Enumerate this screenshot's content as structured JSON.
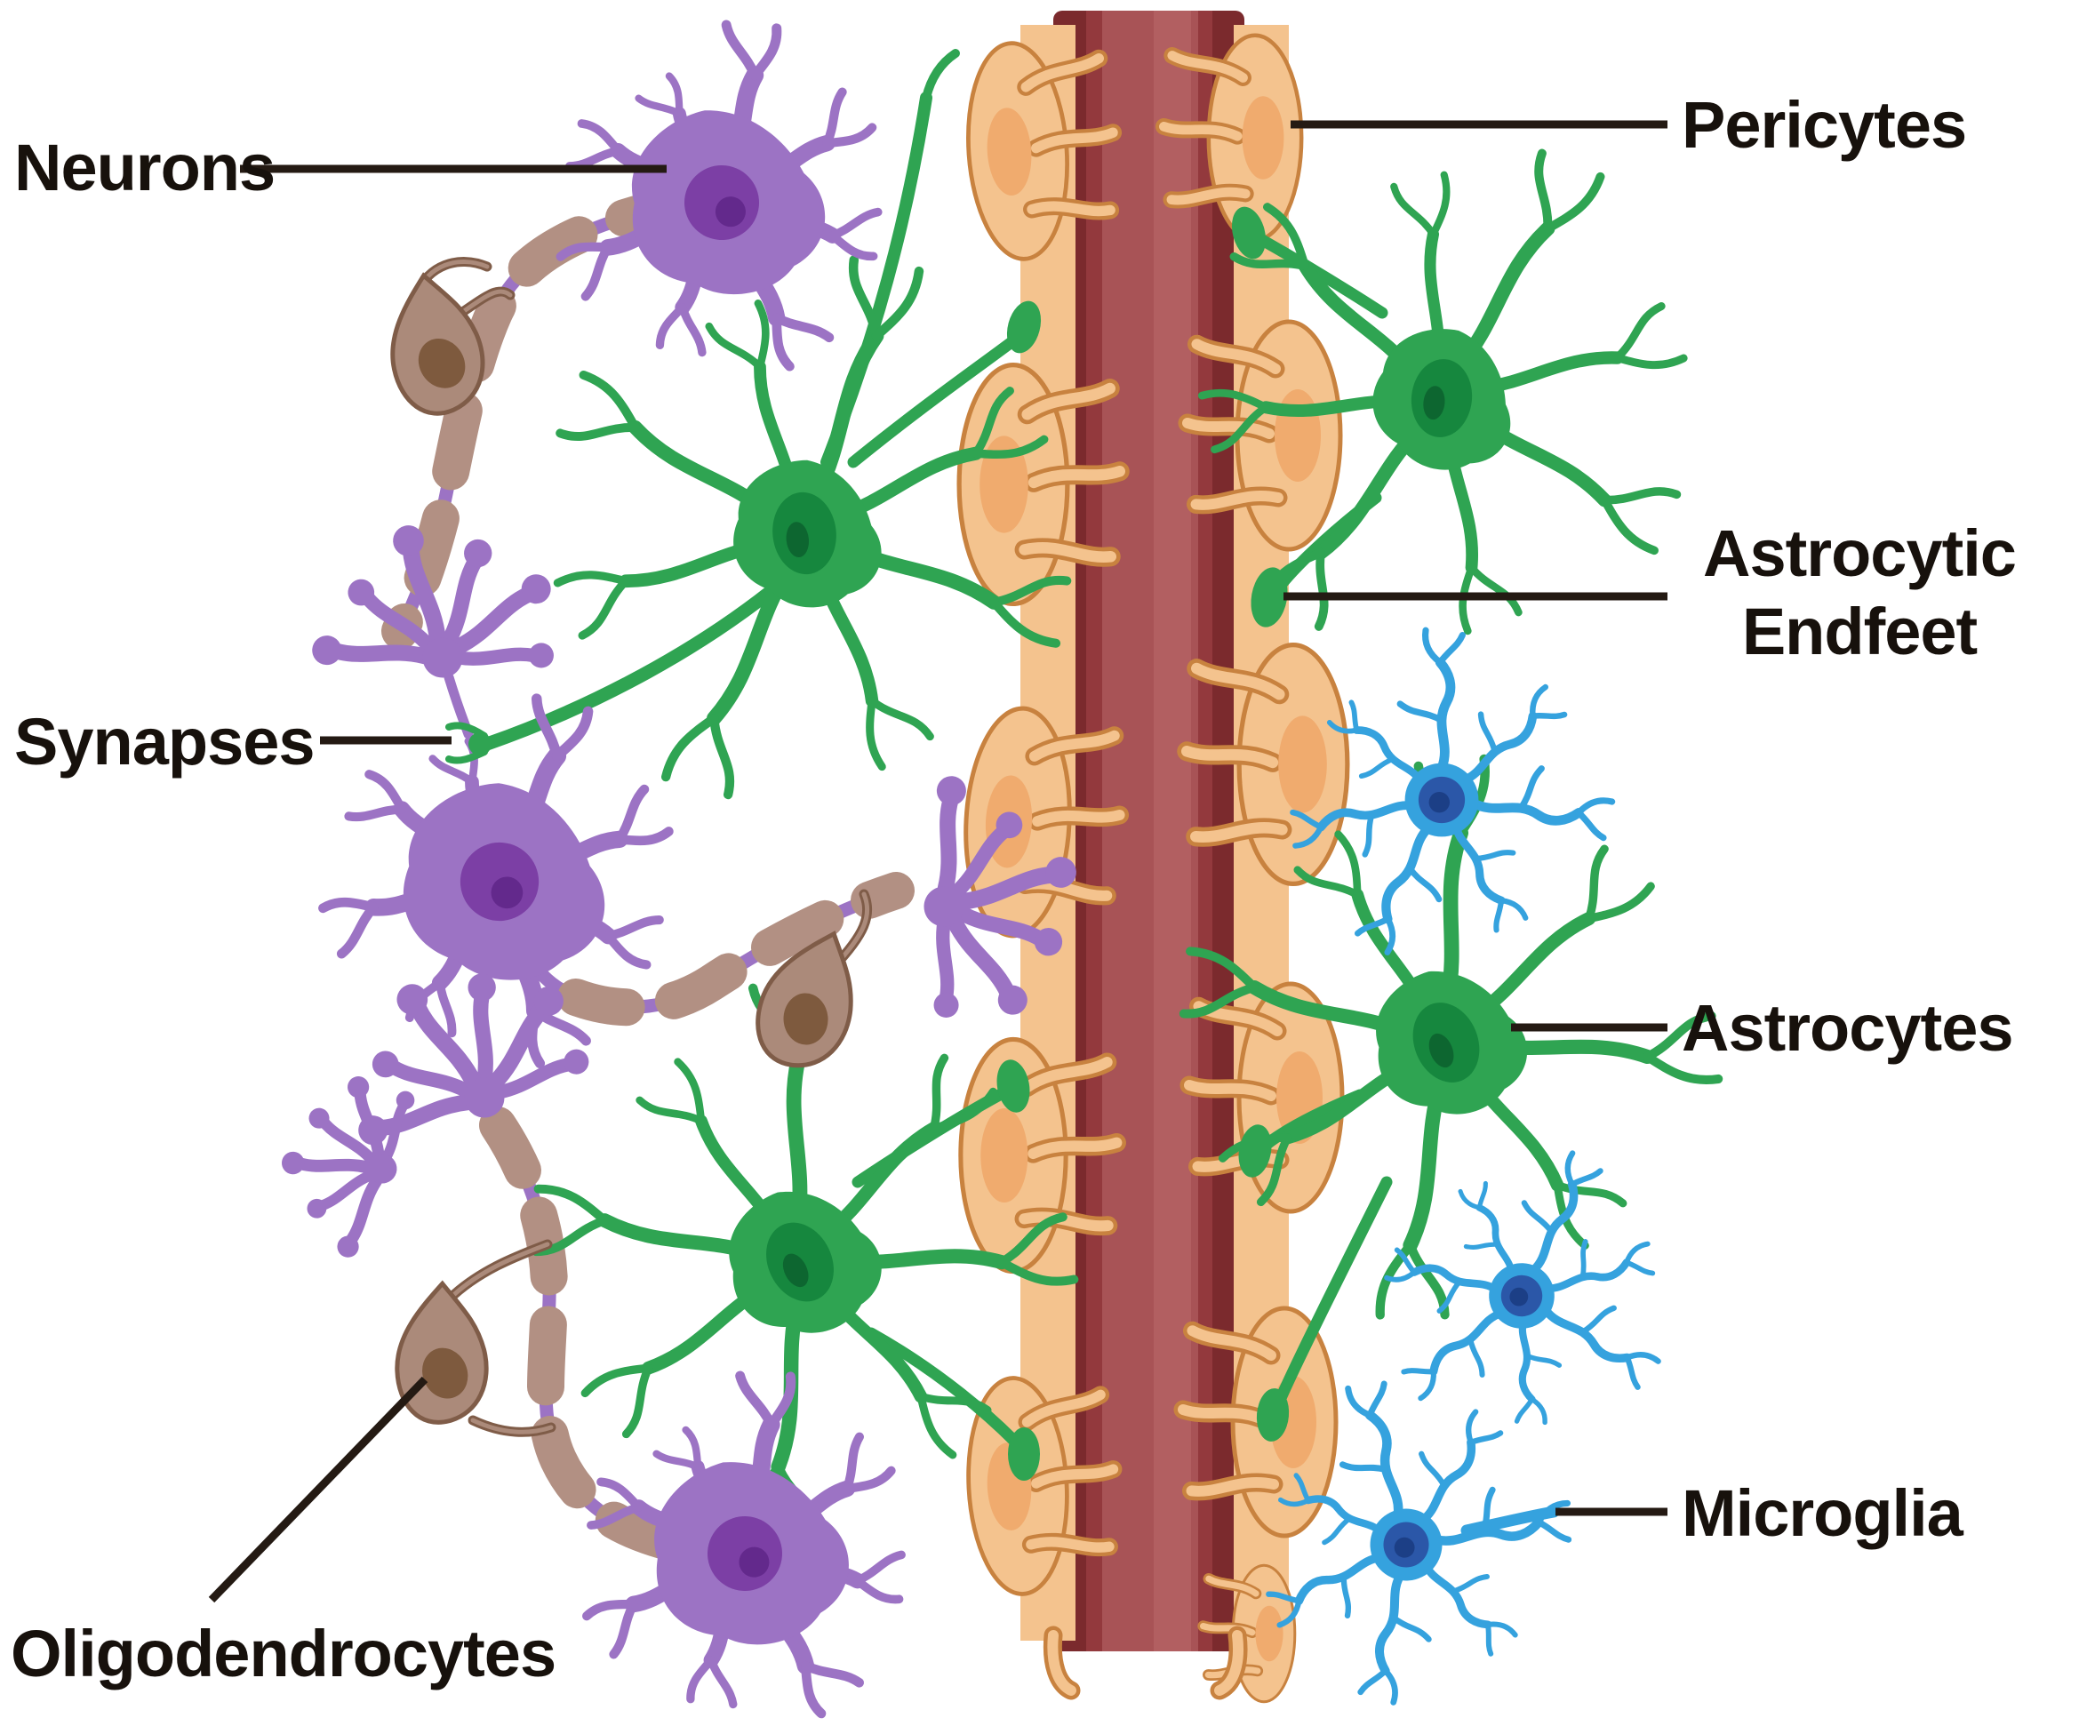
{
  "figure": {
    "title": "Brain cell types surrounding a blood vessel",
    "background": "#ffffff"
  },
  "labels": {
    "neurons": "Neurons",
    "synapses": "Synapses",
    "oligodendrocytes": "Oligodendrocytes",
    "pericytes": "Pericytes",
    "astrocytic_endfeet_line1": "Astrocytic",
    "astrocytic_endfeet_line2": "Endfeet",
    "astrocytes": "Astrocytes",
    "microglia": "Microglia"
  },
  "colors": {
    "figure_bg": "#ffffff",
    "label_text": "#17110c",
    "leader_line": "#241a13",
    "neuron": "#9c73c4",
    "neuron_nucleus": "#7c3fa5",
    "neuron_nucleolus": "#63298c",
    "myelin": "#b29083",
    "oligodendrocyte": "#ab8a7a",
    "oligodendrocyte_outline": "#7f5c48",
    "oligodendrocyte_nucleus": "#7e5a3e",
    "astrocyte": "#2fa452",
    "astrocyte_nucleus": "#16873e",
    "astrocyte_nucleolus": "#0d6630",
    "microglia": "#35a2de",
    "microglia_nucleus": "#2b57a8",
    "microglia_nucleolus": "#1c3f86",
    "pericyte": "#f4c38e",
    "pericyte_outline": "#c8823f",
    "pericyte_nucleus": "#f0ab6e",
    "vessel_dark": "#7b2a2d",
    "vessel_mid": "#93393d",
    "vessel_light": "#a85356",
    "vessel_lighter": "#b25f61"
  }
}
